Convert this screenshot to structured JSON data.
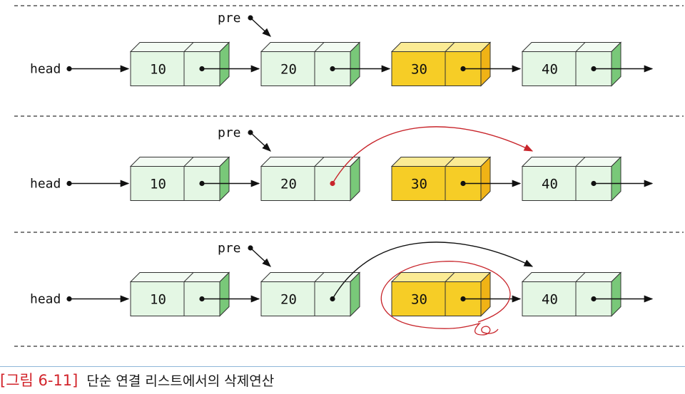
{
  "figure": {
    "label": "[그림 6-11]",
    "title": "단순 연결 리스트에서의 삭제연산"
  },
  "panels": [
    {
      "head_label": "head",
      "pre_label": "pre",
      "values": [
        "10",
        "20",
        "30",
        "40"
      ],
      "highlight": 2,
      "mode": "before"
    },
    {
      "head_label": "head",
      "pre_label": "pre",
      "values": [
        "10",
        "20",
        "30",
        "40"
      ],
      "highlight": 2,
      "mode": "relink"
    },
    {
      "head_label": "head",
      "pre_label": "pre",
      "values": [
        "10",
        "20",
        "30",
        "40"
      ],
      "highlight": 2,
      "mode": "deleted"
    }
  ],
  "colors": {
    "node_face": "#e4f7e4",
    "node_top": "#f2fbf2",
    "node_side": "#79c879",
    "highlight_face": "#f6cd26",
    "highlight_top": "#fbeb94",
    "highlight_side": "#f0b316",
    "red": "#c8252b",
    "ink": "#111111",
    "dash": "#333333"
  }
}
